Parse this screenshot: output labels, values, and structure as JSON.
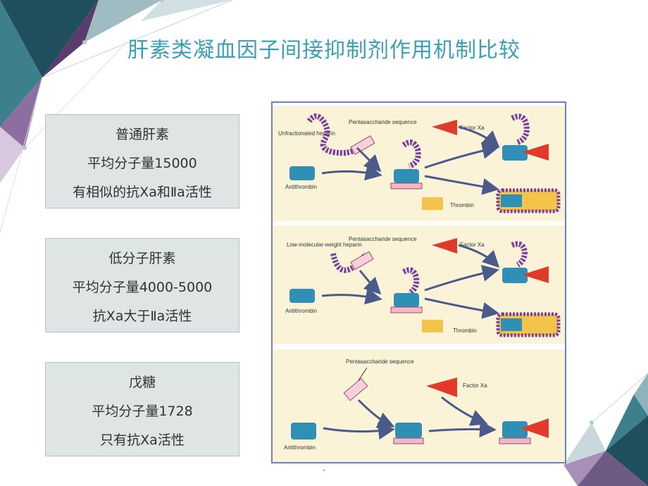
{
  "title": "肝素类凝血因子间接抑制剂作用机制比较",
  "boxes": [
    {
      "name": "普通肝素",
      "mw": "平均分子量15000",
      "activity": "有相似的抗Ⅹa和Ⅱa活性"
    },
    {
      "name": "低分子肝素",
      "mw": "平均分子量4000-5000",
      "activity": "抗Ⅹa大于Ⅱa活性"
    },
    {
      "name": "戊糖",
      "mw": "平均分子量1728",
      "activity": "只有抗Ⅹa活性"
    }
  ],
  "diagram": {
    "panel1": {
      "heparin": "Unfractionated heparin",
      "pentasaccharide": "Pentasaccharide sequence",
      "factor": "Factor Xa",
      "antithrombin": "Antithrombin",
      "thrombin": "Thrombin"
    },
    "panel2": {
      "heparin": "Low-molecular-weight heparin",
      "pentasaccharide": "Pentasaccharide sequence",
      "factor": "Factor Xa",
      "antithrombin": "Antithrombin",
      "thrombin": "Thrombin"
    },
    "panel3": {
      "pentasaccharide": "Pentasaccharide sequence",
      "factor": "Factor Xa",
      "antithrombin": "Antithrombin"
    }
  },
  "footer": "-",
  "colors": {
    "title": "#3aa0b8",
    "box_bg": "#dfe4e4",
    "panel_bg": "#fbf3d8",
    "factor_xa": "#e23a2a",
    "antithrombin": "#2f8fb4",
    "thrombin": "#f2c54a",
    "heparin": "#7b3f9e"
  }
}
